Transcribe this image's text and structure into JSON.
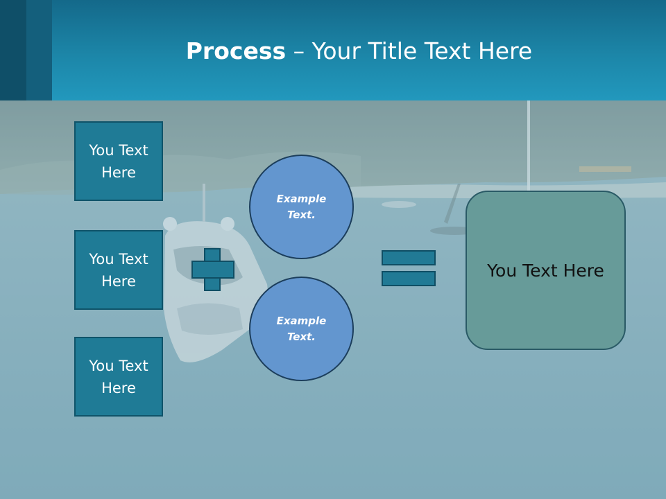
{
  "header": {
    "title_bold": "Process",
    "title_rest": " – Your Title Text Here"
  },
  "left_boxes": [
    {
      "label": "You Text Here"
    },
    {
      "label": "You Text Here"
    },
    {
      "label": "You Text Here"
    }
  ],
  "circles": [
    {
      "label": "Example Text."
    },
    {
      "label": "Example Text."
    }
  ],
  "result_box": {
    "label": "You Text Here"
  },
  "operators": {
    "plus": "plus-icon",
    "equals": "equals-icon"
  },
  "colors": {
    "header": "#1c86a8",
    "box_fill": "#1f7b96",
    "circle_fill": "#6396cf",
    "result_fill": "#679b99"
  }
}
